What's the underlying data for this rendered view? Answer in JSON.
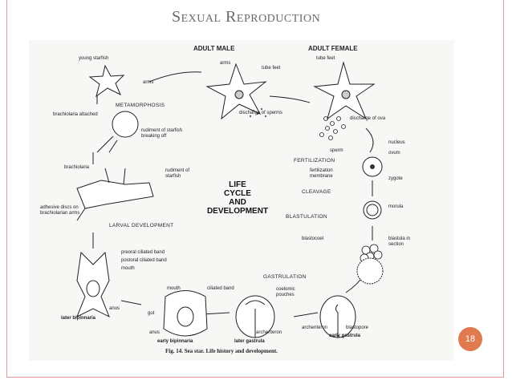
{
  "slide": {
    "title": "Sexual Reproduction",
    "page_number": "18"
  },
  "figure": {
    "caption": "Fig. 14. Sea star. Life history and development.",
    "center_label": [
      "LIFE",
      "CYCLE",
      "AND",
      "DEVELOPMENT"
    ],
    "headers": {
      "adult_male": "ADULT MALE",
      "adult_female": "ADULT FEMALE"
    },
    "stages": {
      "fertilization": "FERTILIZATION",
      "cleavage": "CLEAVAGE",
      "blastulation": "BLASTULATION",
      "gastrulation": "GASTRULATION",
      "larval_development": "LARVAL DEVELOPMENT",
      "metamorphosis": "METAMORPHOSIS"
    },
    "labels": {
      "young_starfish": "young starfish",
      "arms_top": "arms",
      "arms_young": "arms",
      "tube_feet_male": "tube feet",
      "tube_feet_female": "tube feet",
      "discharge_sperms": "discharge of sperms",
      "discharge_ova": "discharge of ova",
      "nucleus": "nucleus",
      "ovum": "ovum",
      "sperm": "sperm",
      "fertilization_membrane": "fertilization membrane",
      "zygote": "zygote",
      "morula": "morula",
      "blastocoel": "blastocoel",
      "blastula_in_section": "blastula in section",
      "coelomic_pouches": "coelomic pouches",
      "archenteron_early": "archenteron",
      "blastopore": "blastopore",
      "early_gastrula": "early gastrula",
      "archenteron_later": "archenteron",
      "later_gastrula": "later gastrula",
      "mouth_bip": "mouth",
      "ciliated_band": "ciliated band",
      "gut": "gut",
      "anus_bip": "anus",
      "early_bipinnaria": "early bipinnaria",
      "preoral_band": "preoral ciliated band",
      "postoral_band": "postoral ciliated band",
      "mouth_later": "mouth",
      "anus_later": "anus",
      "later_bipinnaria": "later bipinnaria",
      "adhesive_discs": "adhesive discs on brachiolarian arms",
      "brachiolaria": "brachiolaria",
      "rudiment_starfish": "rudiment of starfish",
      "brachiolaria_attached": "brachiolaria attached",
      "rudiment_breaking": "rudiment of starfish breaking off"
    }
  },
  "colors": {
    "frame_border": "#e59a9a",
    "badge": "#e07a4f",
    "title": "#6a6a6a"
  }
}
